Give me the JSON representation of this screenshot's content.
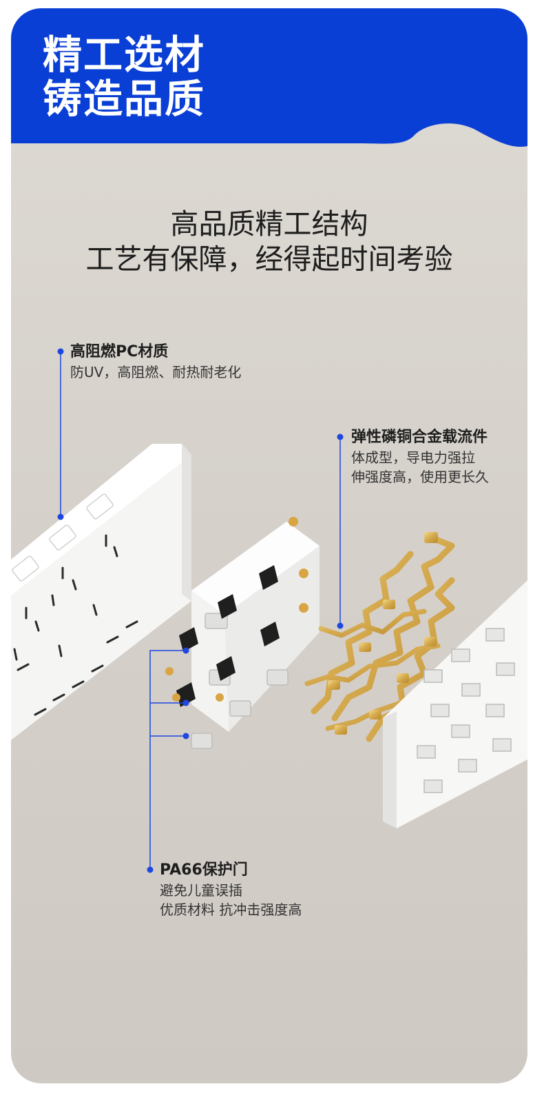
{
  "header": {
    "line1": "精工选材",
    "line2": "铸造品质"
  },
  "headline": {
    "line1": "高品质精工结构",
    "line2": "工艺有保障，经得起时间考验"
  },
  "callouts": [
    {
      "title": "高阻燃PC材质",
      "lines": [
        "防UV，高阻燃、耐热耐老化"
      ]
    },
    {
      "title": "弹性磷铜合金载流件",
      "lines": [
        "体成型，导电力强拉",
        "伸强度高，使用更长久"
      ]
    },
    {
      "title": "PA66保护门",
      "lines": [
        "避免儿童误插",
        "优质材料 抗冲击强度高"
      ]
    }
  ],
  "colors": {
    "brand_blue": "#0a3fd6",
    "background": "#d8d3cd",
    "copper": "#d9b25c"
  }
}
